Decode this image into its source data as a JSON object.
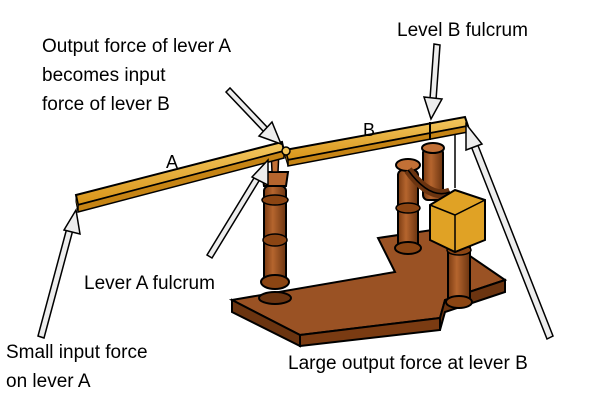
{
  "labels": {
    "output_a_line1": "Output force of lever A",
    "output_a_line2": "becomes input",
    "output_a_line3": "force of lever B",
    "lever_b_fulcrum": "Level B fulcrum",
    "lever_a_fulcrum": "Lever A fulcrum",
    "small_input_line1": "Small input force",
    "small_input_line2": "on lever A",
    "large_output": "Large output force at lever B",
    "lever_a_letter": "A",
    "lever_b_letter": "B"
  },
  "colors": {
    "lever_wood": "#E3A21F",
    "lever_top": "#F2C45A",
    "post_wood": "#A0522D",
    "post_dark": "#6B3410",
    "base_wood": "#9A5224",
    "weight_box": "#E0A225",
    "arrow_fill": "#EDEDED",
    "outline": "#000000"
  }
}
